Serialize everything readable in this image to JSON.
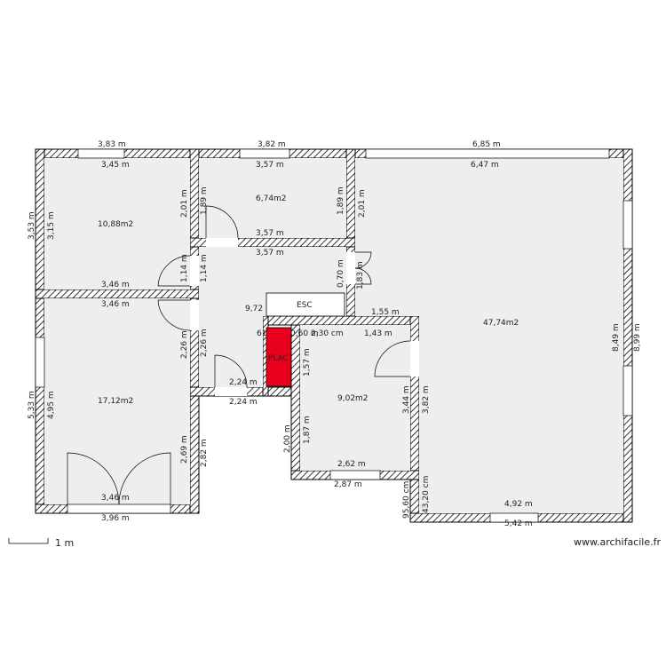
{
  "rooms": {
    "bedroom_top_left": "10,88m2",
    "room_top_middle": "6,74m2",
    "hall": "9,72",
    "stair": "ESC",
    "closet": "PLAC",
    "bedroom_bottom_left": "17,12m2",
    "bath": "9,02m2",
    "living": "47,74m2"
  },
  "dims": {
    "t1": "3,83 m",
    "t2": "3,82 m",
    "t3": "6,85 m",
    "i1": "3,45 m",
    "i2": "3,57 m",
    "i3": "6,47 m",
    "l1": "3,53 m",
    "l2": "3,15 m",
    "l3": "5,33 m",
    "l4": "4,95 m",
    "m1": "2,01 m",
    "m2": "1,89 m",
    "m3": "1,89 m",
    "m4": "2,01 m",
    "m5": "3,57 m",
    "m6": "3,57 m",
    "m7": "3,46 m",
    "m8": "3,46 m",
    "m9": "1,14 m",
    "m10": "1,14 m",
    "m11": "0,70 m",
    "m12": "1,83 m",
    "h1": "2,26 m",
    "h2": "2,26 m",
    "h3": "2,24 m",
    "h4": "2,24 m",
    "p1": "61",
    "p2": "0,60 m",
    "p3": "2,30 cm",
    "b1": "1,55 m",
    "b2": "1,43 m",
    "b3": "1,57 m",
    "b4": "3,44 m",
    "b5": "3,82 m",
    "b6": "2,00 m",
    "b7": "1,87 m",
    "b8": "2,62 m",
    "b9": "2,87 m",
    "s1": "2,69 m",
    "s2": "2,82 m",
    "s3": "3,46 m",
    "s4": "3,96 m",
    "r1": "8,49 m",
    "r2": "8,99 m",
    "r3": "4,92 m",
    "r4": "5,42 m",
    "r5": "95,60 cm",
    "r6": "43,20 cm"
  },
  "scale_label": "1 m",
  "watermark": "www.archifacile.fr",
  "colors": {
    "closet": "#e8001c",
    "room": "#eeeeee"
  }
}
